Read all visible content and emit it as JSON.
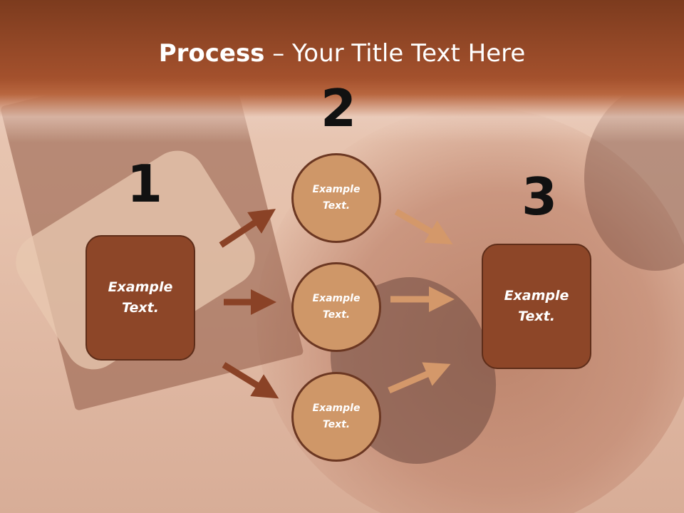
{
  "title": {
    "bold": "Process",
    "rest": " – Your Title Text Here"
  },
  "steps": [
    {
      "number": "1",
      "label": "Example\nText."
    },
    {
      "number": "2"
    },
    {
      "number": "3",
      "label": "Example\nText."
    }
  ],
  "circles": [
    {
      "label": "Example\nText."
    },
    {
      "label": "Example\nText."
    },
    {
      "label": "Example\nText."
    }
  ],
  "colors": {
    "header": "#a4512d",
    "box": "#8d4628",
    "circle": "#cf9768",
    "arrow_dark": "#8a4226",
    "arrow_light": "#d4986a"
  }
}
